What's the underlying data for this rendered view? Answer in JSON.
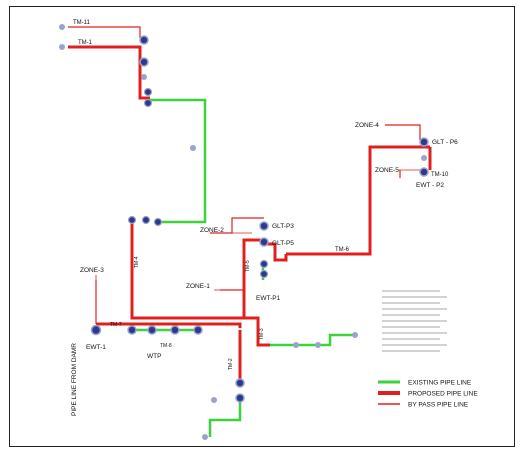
{
  "colors": {
    "existing": "#3dd13d",
    "proposed": "#e0201f",
    "bypass": "#e0201f",
    "node_fill": "#2b3a8f",
    "node_ring": "#9aa4c8"
  },
  "labels": {
    "tm11": "TM-11",
    "tm1": "TM-1",
    "zone4": "ZONE-4",
    "glt_p6": "GLT - P6",
    "tm10": "TM-10",
    "zone5": "ZONE-5",
    "ewt_p2": "EWT - P2",
    "zone2": "ZONE-2",
    "glt_p3": "GLT-P3",
    "glt_p5": "GLT-P5",
    "tm6": "TM-6",
    "zone1": "ZONE-1",
    "ewt_p1": "EWT-P1",
    "tm5": "TM-5",
    "tm4": "TM-4",
    "zone3": "ZONE-3",
    "ewt1": "EWT-1",
    "tm7": "TM-7",
    "tm8": "TM-8",
    "wtp": "WTP",
    "tm3": "TM-3",
    "tm2": "TM-2",
    "pipeline_from_dam": "PIPE LINE FROM DAMR"
  },
  "legend": {
    "items": [
      {
        "key": "existing",
        "label": "EXISTING  PIPE LINE",
        "weight": 3
      },
      {
        "key": "proposed",
        "label": "PROPOSED PIPE LINE",
        "weight": 4
      },
      {
        "key": "bypass",
        "label": "BY PASS PIPE LINE",
        "weight": 1.5
      }
    ],
    "notes_count": 11
  }
}
